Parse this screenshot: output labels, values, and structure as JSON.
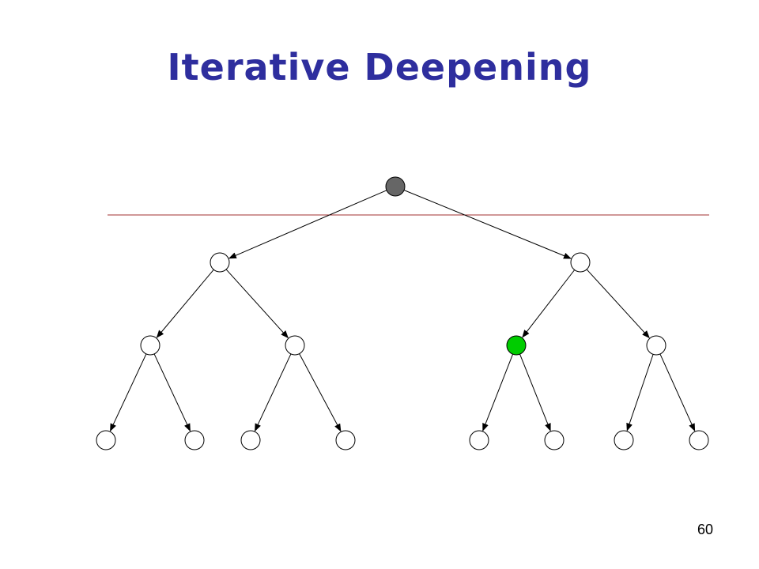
{
  "slide": {
    "title": "Iterative Deepening",
    "page_number": "60"
  },
  "tree": {
    "colors": {
      "root_fill": "#666666",
      "goal_fill": "#00cc00",
      "node_fill": "#ffffff",
      "node_stroke": "#000000",
      "edge": "#000000",
      "depth_limit_line": "#a03030"
    },
    "depth_limit": 0,
    "root": "root",
    "goal": "n-2-2",
    "levels": [
      [
        "root"
      ],
      [
        "n-1-0",
        "n-1-1"
      ],
      [
        "n-2-0",
        "n-2-1",
        "n-2-2",
        "n-2-3"
      ],
      [
        "n-3-0",
        "n-3-1",
        "n-3-2",
        "n-3-3",
        "n-3-4",
        "n-3-5",
        "n-3-6",
        "n-3-7"
      ]
    ],
    "edges": [
      [
        "root",
        "n-1-0"
      ],
      [
        "root",
        "n-1-1"
      ],
      [
        "n-1-0",
        "n-2-0"
      ],
      [
        "n-1-0",
        "n-2-1"
      ],
      [
        "n-1-1",
        "n-2-2"
      ],
      [
        "n-1-1",
        "n-2-3"
      ],
      [
        "n-2-0",
        "n-3-0"
      ],
      [
        "n-2-0",
        "n-3-1"
      ],
      [
        "n-2-1",
        "n-3-2"
      ],
      [
        "n-2-1",
        "n-3-3"
      ],
      [
        "n-2-2",
        "n-3-4"
      ],
      [
        "n-2-2",
        "n-3-5"
      ],
      [
        "n-2-3",
        "n-3-6"
      ],
      [
        "n-2-3",
        "n-3-7"
      ]
    ]
  }
}
